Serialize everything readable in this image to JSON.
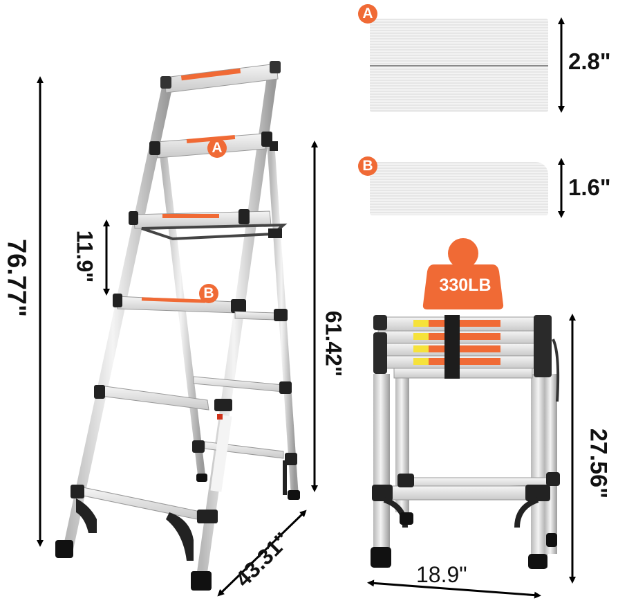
{
  "product": {
    "type": "telescoping-step-ladder",
    "accent_color": "#f06a35"
  },
  "dimensions": {
    "total_height": "76.77\"",
    "standing_height": "61.42\"",
    "step_spacing": "11.9\"",
    "base_depth": "43.31\"",
    "folded_height": "27.56\"",
    "folded_width": "18.9\""
  },
  "callouts": {
    "A": {
      "label": "A",
      "step_depth": "2.8\""
    },
    "B": {
      "label": "B",
      "step_depth": "1.6\""
    }
  },
  "load_capacity": {
    "label": "330LB",
    "icon": "weight-icon"
  }
}
